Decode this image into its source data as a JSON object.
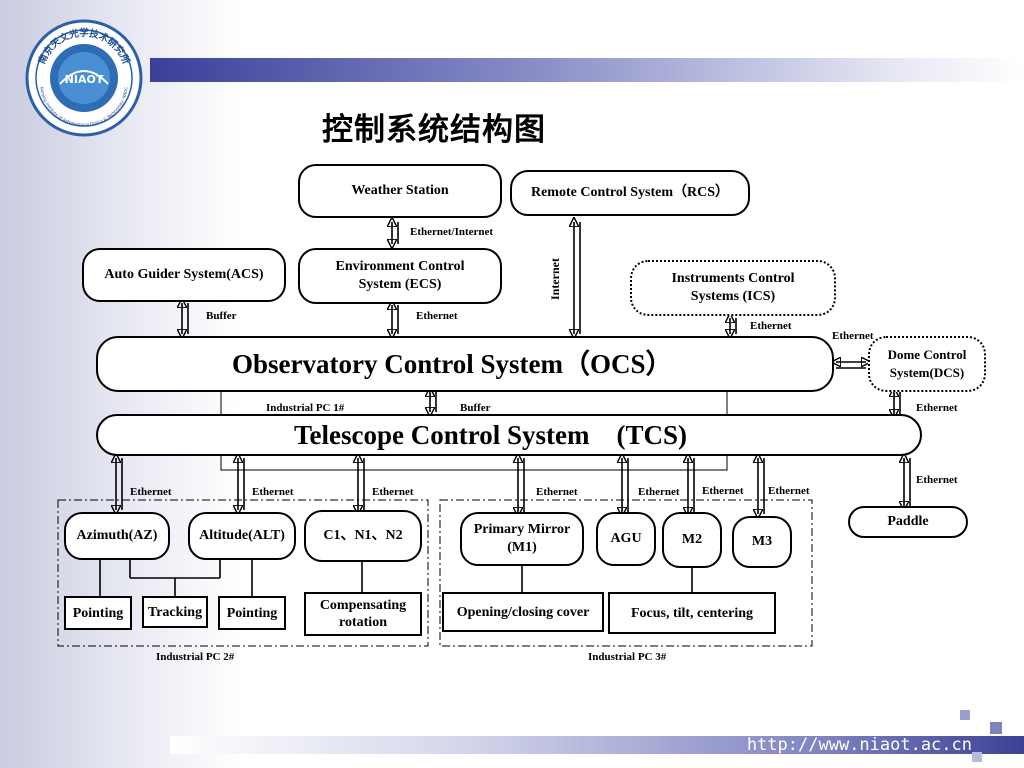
{
  "title": "控制系统结构图",
  "footer_url": "http://www.niaot.ac.cn",
  "logo": {
    "text": "南京天文光学技术研究所",
    "subtext": "Nanjing Institute of Astronomical Optics & Technology, NAOC",
    "mark": "NIAOT"
  },
  "colors": {
    "accent": "#3a3f9a",
    "line": "#000000"
  },
  "boxes": {
    "weather": "Weather Station",
    "rcs": "Remote Control System（RCS）",
    "acs": "Auto Guider System(ACS)",
    "ecs": "Environment Control System (ECS)",
    "ics": "Instruments Control Systems (ICS)",
    "ocs": "Observatory  Control System（OCS）",
    "dcs": "Dome Control System(DCS)",
    "tcs": "Telescope Control System    (TCS)",
    "az": "Azimuth(AZ)",
    "alt": "Altitude(ALT)",
    "cn": "C1、N1、N2",
    "m1": "Primary Mirror (M1)",
    "agu": "AGU",
    "m2": "M2",
    "m3": "M3",
    "paddle": "Paddle",
    "pointing1": "Pointing",
    "tracking": "Tracking",
    "pointing2": "Pointing",
    "comp": "Compensating rotation",
    "cover": "Opening/closing cover",
    "focus": "Focus,  tilt, centering"
  },
  "labels": {
    "eth_internet": "Ethernet/Internet",
    "internet": "Internet",
    "buffer1": "Buffer",
    "eth_ecs": "Ethernet",
    "eth_ics": "Ethernet",
    "eth_dcs_h": "Ethernet",
    "eth_dcs_v": "Ethernet",
    "ipc1": "Industrial PC 1#",
    "buffer2": "Buffer",
    "eth_az": "Ethernet",
    "eth_alt": "Ethernet",
    "eth_cn": "Ethernet",
    "eth_m1": "Ethernet",
    "eth_agu": "Ethernet",
    "eth_m2": "Ethernet",
    "eth_m3": "Ethernet",
    "eth_paddle": "Ethernet",
    "ipc2": "Industrial PC 2#",
    "ipc3": "Industrial PC 3#"
  }
}
